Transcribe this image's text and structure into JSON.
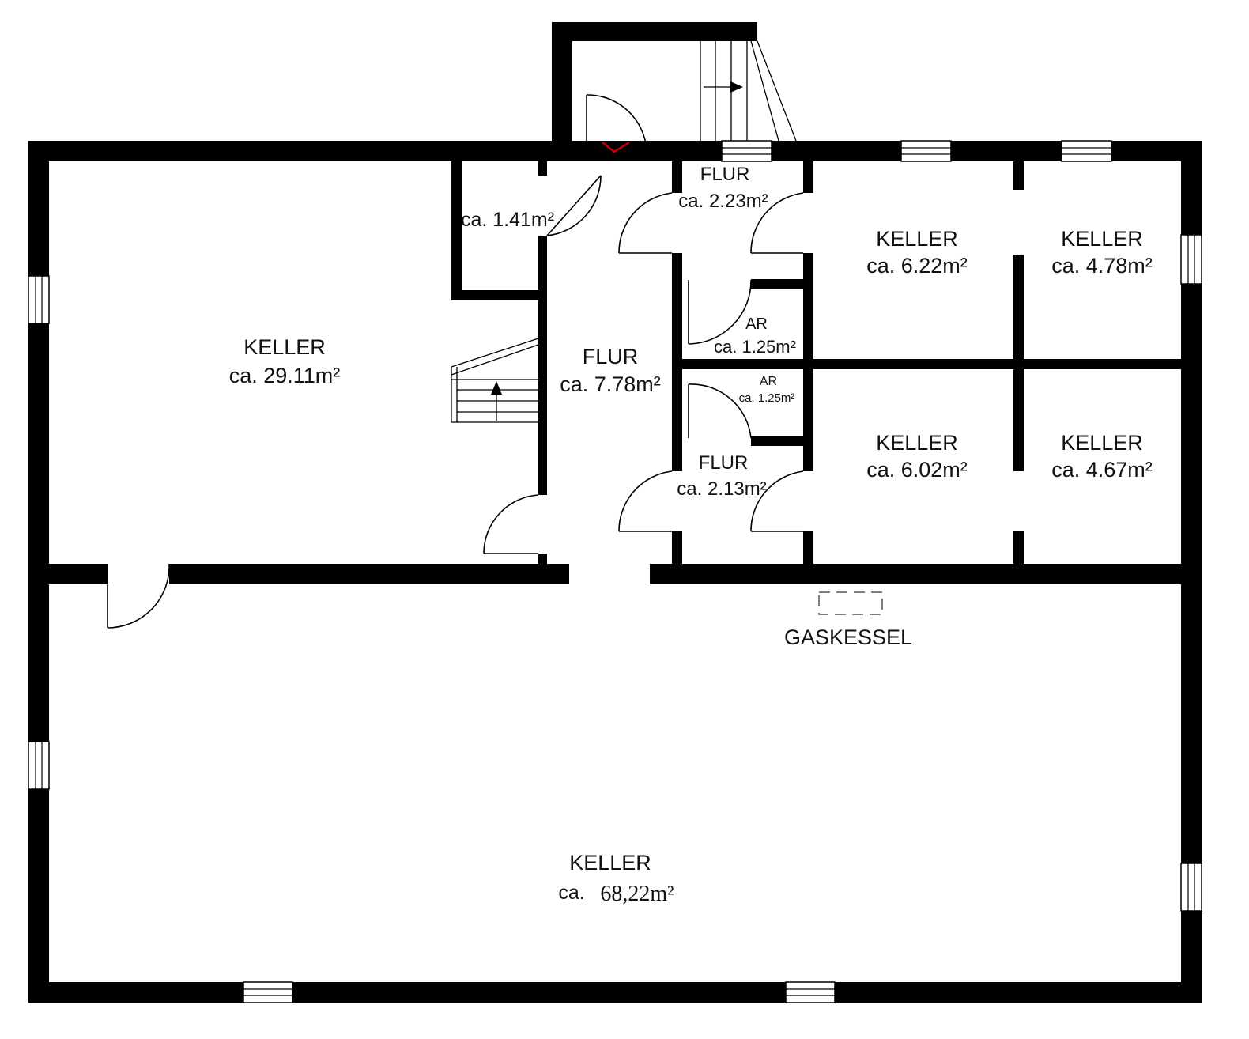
{
  "rooms": {
    "keller_west": {
      "name": "KELLER",
      "area": "ca. 29.11m²"
    },
    "abstell": {
      "area": "ca. 1.41m²"
    },
    "flur_main": {
      "name": "FLUR",
      "area": "ca. 7.78m²"
    },
    "flur_top": {
      "name": "FLUR",
      "area": "ca. 2.23m²"
    },
    "ar_upper": {
      "name": "AR",
      "area": "ca. 1.25m²"
    },
    "ar_lower": {
      "name": "AR",
      "area": "ca. 1.25m²"
    },
    "flur_lower": {
      "name": "FLUR",
      "area": "ca. 2.13m²"
    },
    "keller_ne1": {
      "name": "KELLER",
      "area": "ca. 6.22m²"
    },
    "keller_ne2": {
      "name": "KELLER",
      "area": "ca. 4.78m²"
    },
    "keller_se1": {
      "name": "KELLER",
      "area": "ca. 6.02m²"
    },
    "keller_se2": {
      "name": "KELLER",
      "area": "ca. 4.67m²"
    },
    "keller_big": {
      "name": "KELLER",
      "area_prefix": "ca.",
      "area_value": "68,22m²"
    }
  },
  "fixtures": {
    "boiler": "GASKESSEL"
  },
  "colors": {
    "wall": "#000000",
    "background": "#ffffff",
    "entry_marker": "#cc0000"
  }
}
